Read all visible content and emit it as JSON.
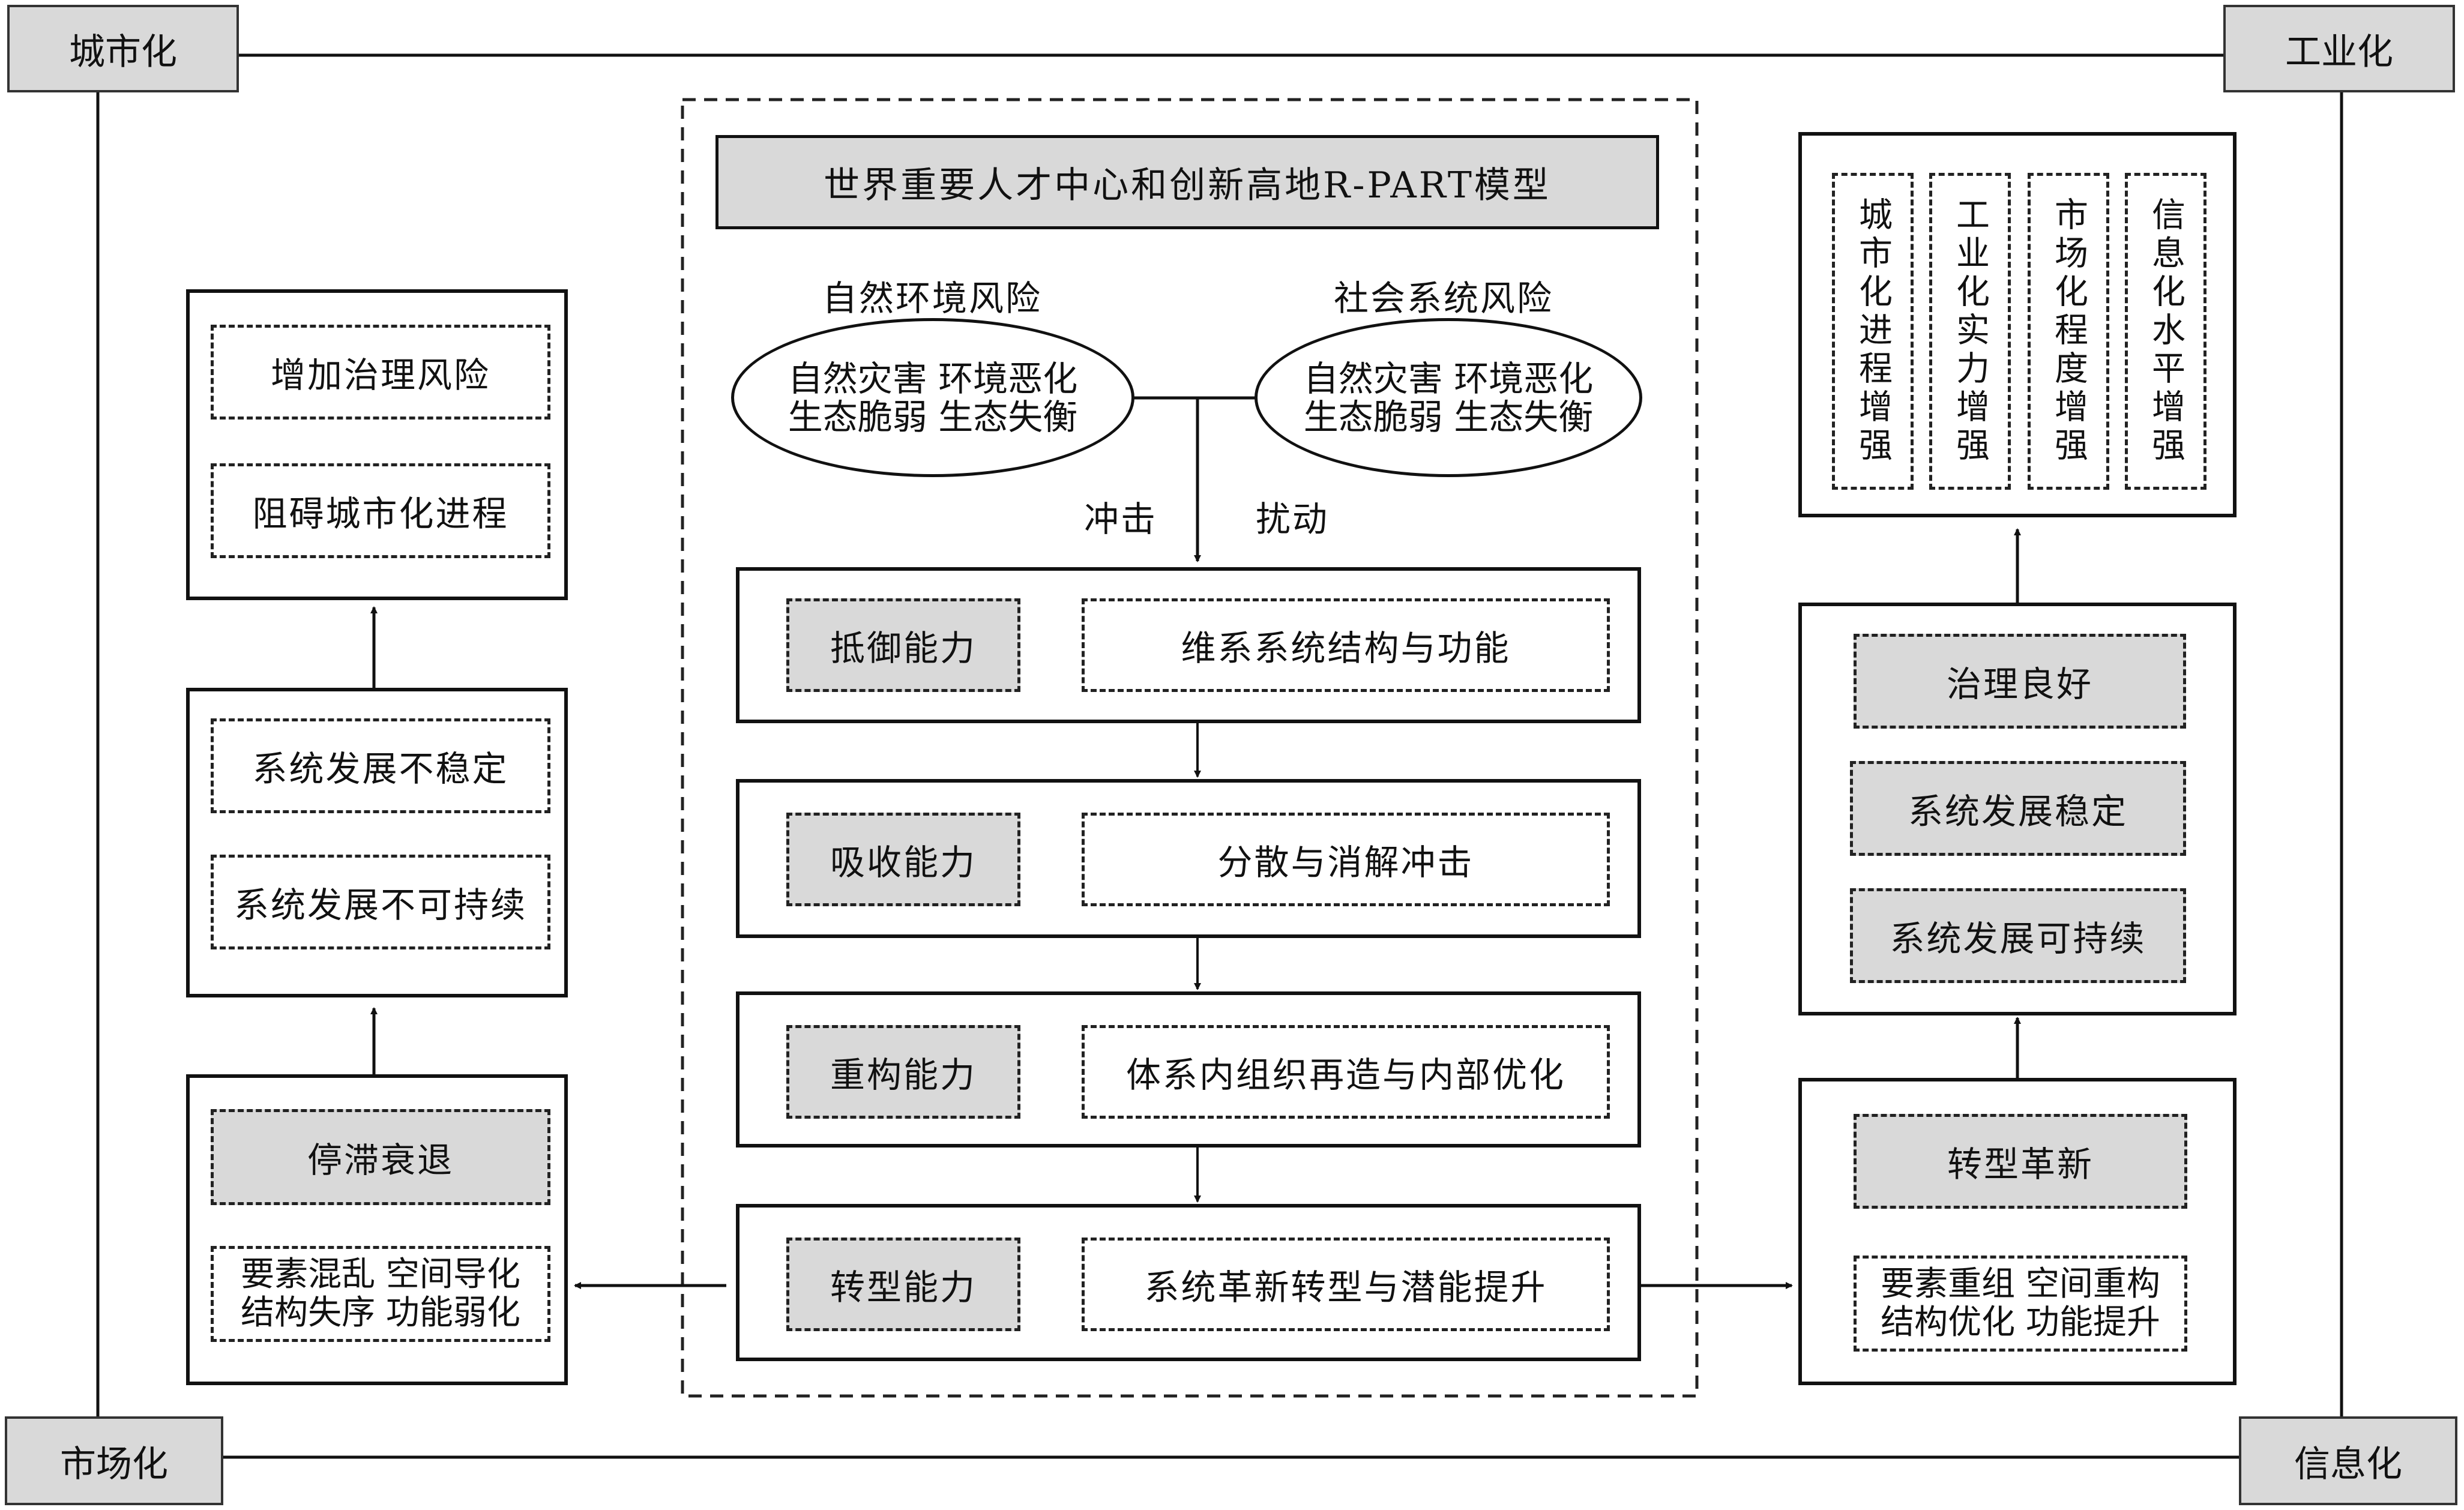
{
  "corners": {
    "top_left": "城市化",
    "top_right": "工业化",
    "bottom_left": "市场化",
    "bottom_right": "信息化"
  },
  "center": {
    "title": "世界重要人才中心和创新高地R-PART模型",
    "risk_left_title": "自然环境风险",
    "risk_right_title": "社会系统风险",
    "left_ellipse": {
      "line1": "自然灾害 环境恶化",
      "line2": "生态脆弱 生态失衡"
    },
    "right_ellipse": {
      "line1": "自然灾害 环境恶化",
      "line2": "生态脆弱 生态失衡"
    },
    "impact_label": "冲击",
    "disturb_label": "扰动",
    "capabilities": [
      {
        "name": "抵御能力",
        "desc": "维系系统结构与功能"
      },
      {
        "name": "吸收能力",
        "desc": "分散与消解冲击"
      },
      {
        "name": "重构能力",
        "desc": "体系内组织再造与内部优化"
      },
      {
        "name": "转型能力",
        "desc": "系统革新转型与潜能提升"
      }
    ]
  },
  "left": {
    "top_box": [
      "增加治理风险",
      "阻碍城市化进程"
    ],
    "middle_box": [
      "系统发展不稳定",
      "系统发展不可持续"
    ],
    "bottom_box": {
      "head": "停滞衰退",
      "line1": "要素混乱 空间导化",
      "line2": "结构失序 功能弱化"
    }
  },
  "right": {
    "top_columns": [
      "城市化进程增强",
      "工业化实力增强",
      "市场化程度增强",
      "信息化水平增强"
    ],
    "middle_box": [
      "治理良好",
      "系统发展稳定",
      "系统发展可持续"
    ],
    "bottom_box": {
      "head": "转型革新",
      "line1": "要素重组 空间重构",
      "line2": "结构优化 功能提升"
    }
  }
}
